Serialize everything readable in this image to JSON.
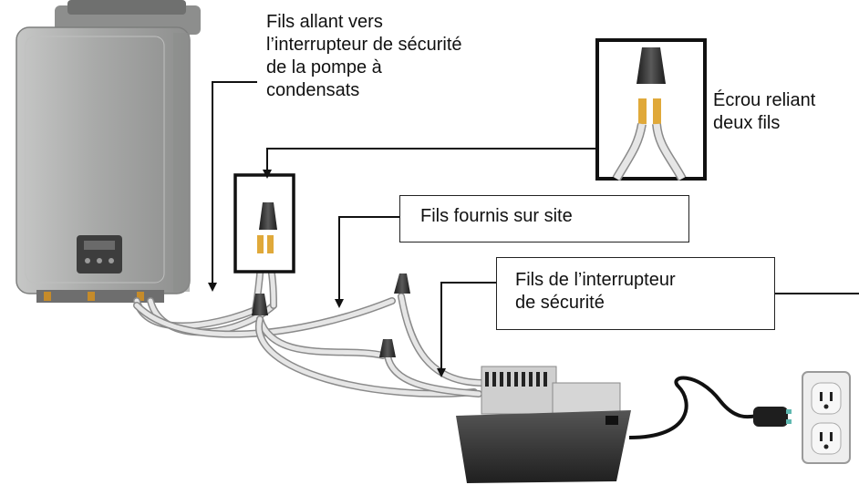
{
  "labels": {
    "condensate_switch_wires": [
      "Fils allant vers",
      "l’interrupteur de sécurité",
      "de la pompe à",
      "condensats"
    ],
    "wire_nut": [
      "Écrou reliant",
      "deux fils"
    ],
    "field_wires": "Fils fournis sur site",
    "safety_switch_wires": [
      "Fils de l’interrupteur",
      "de sécurité"
    ]
  },
  "colors": {
    "heater_body": "#a9aaa9",
    "wire": "#e6e6e6",
    "wire_outline": "#8a8a8a",
    "wire_nut": "#2b2b2b",
    "copper": "#e0a93a",
    "pump_body": "#3a3a3a",
    "outlet": "#eeeeee",
    "leader_line": "#111111"
  },
  "icons": [
    "water-heater-icon",
    "junction-box-icon",
    "wire-nut-icon",
    "condensate-pump-icon",
    "power-plug-icon",
    "wall-outlet-icon"
  ]
}
